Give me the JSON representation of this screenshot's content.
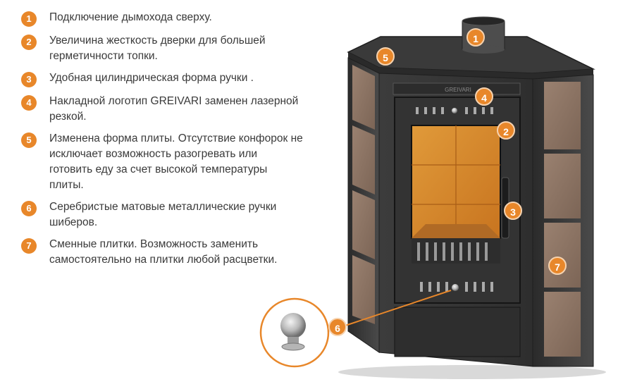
{
  "features": [
    {
      "num": "1",
      "text": "Подключение дымохода сверху."
    },
    {
      "num": "2",
      "text": "Увеличина жесткость дверки для большей герметичности топки."
    },
    {
      "num": "3",
      "text": "Удобная цилиндрическая форма ручки ."
    },
    {
      "num": "4",
      "text": "Накладной логотип GREIVARI заменен лазерной резкой."
    },
    {
      "num": "5",
      "text": "Изменена форма плиты. Отсутствие конфорок не исключает возможность разогревать или готовить еду за счет высокой температуры плиты."
    },
    {
      "num": "6",
      "text": "Серебристые матовые металлические ручки шиберов."
    },
    {
      "num": "7",
      "text": "Сменные плитки. Возможность заменить самостоятельно на плитки любой расцветки."
    }
  ],
  "callouts": {
    "c1": "1",
    "c2": "2",
    "c3": "3",
    "c4": "4",
    "c5": "5",
    "c6": "6",
    "c7": "7"
  },
  "logo_text": "GREIVARI",
  "colors": {
    "accent": "#e8872a",
    "stove_body": "#3a3a3a",
    "tile": "#8a7362",
    "fire_glass": "#d9862a"
  }
}
